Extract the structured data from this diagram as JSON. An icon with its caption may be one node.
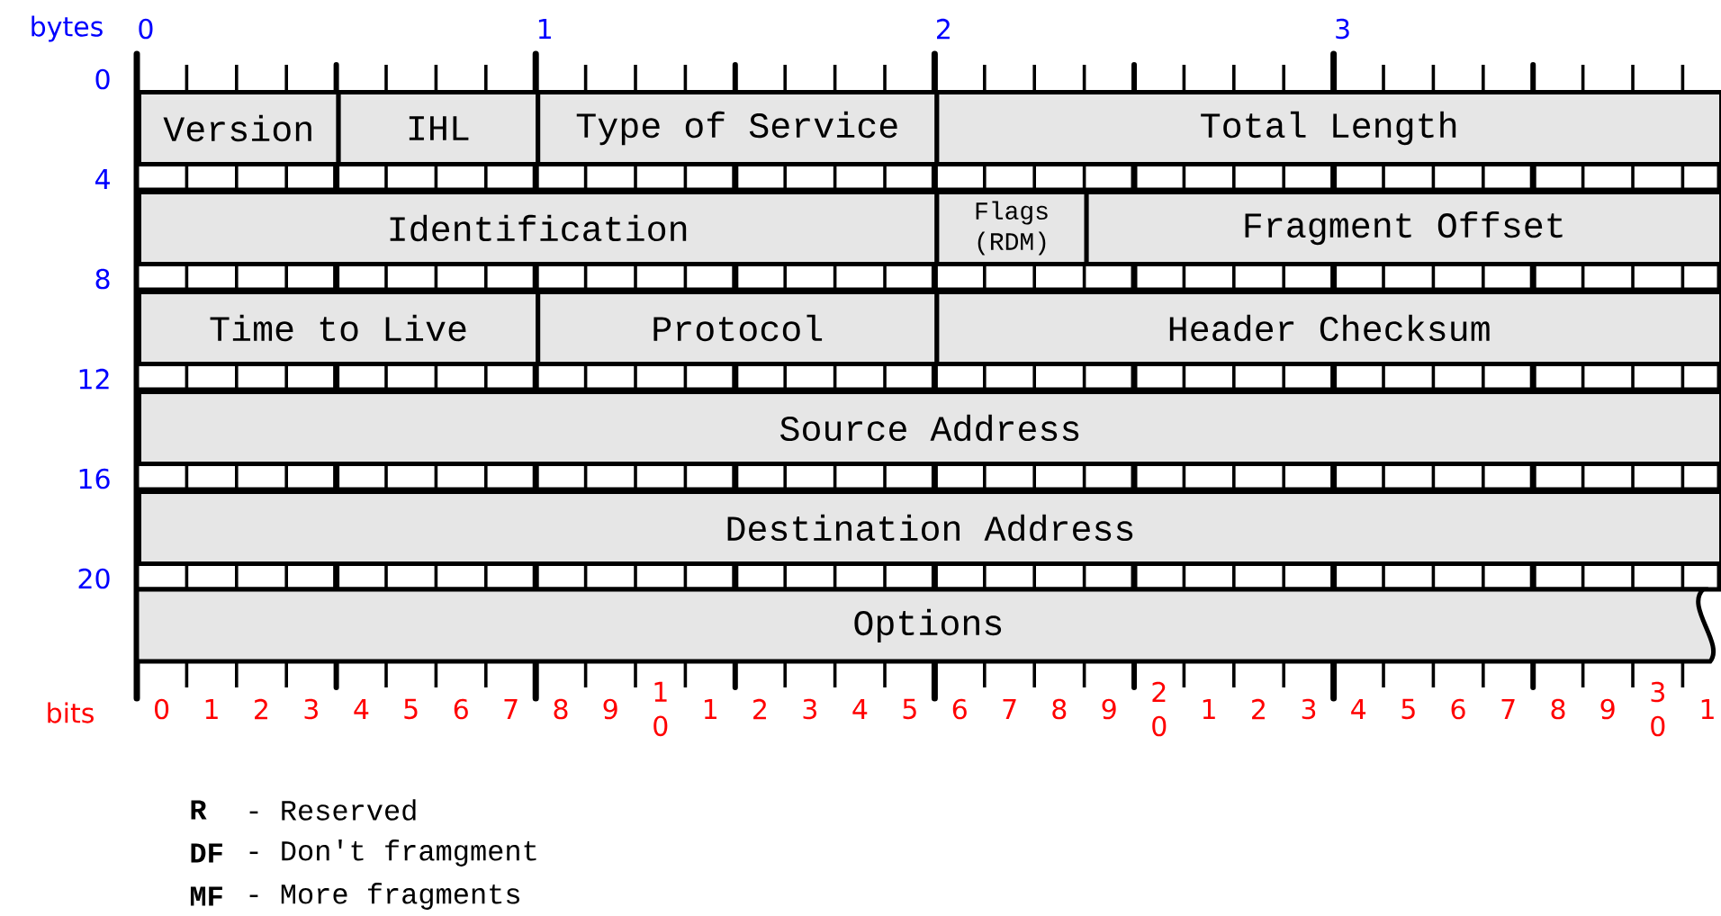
{
  "diagram": {
    "nodes": [
      {
        "text": [
          "Version"
        ]
      },
      {
        "text": [
          "IHL"
        ]
      },
      {
        "text": [
          "Type of Service"
        ]
      },
      {
        "text": [
          "Total Length"
        ]
      },
      {
        "text": [
          "Identification"
        ]
      },
      {
        "text": [
          "Flags (RDM)"
        ]
      },
      {
        "text": [
          "Fragment Offset"
        ]
      },
      {
        "text": [
          "Time to Live"
        ]
      },
      {
        "text": [
          "Protocol"
        ]
      },
      {
        "text": [
          "Header Checksum"
        ]
      },
      {
        "text": [
          "Source Address"
        ]
      },
      {
        "text": [
          "Destination Address"
        ]
      },
      {
        "text": [
          "Options"
        ]
      }
    ],
    "labels": [
      "bytes",
      "0",
      "1",
      "2",
      "3",
      "0",
      "4",
      "8",
      "12",
      "16",
      "20",
      "bits",
      "0",
      "1",
      "2",
      "3",
      "4",
      "5",
      "6",
      "7",
      "8",
      "9",
      "1 0",
      "1",
      "2",
      "3",
      "4",
      "5",
      "6",
      "7",
      "8",
      "9",
      "2 0",
      "1",
      "2",
      "3",
      "4",
      "5",
      "6",
      "7",
      "8",
      "9",
      "3 0",
      "1",
      "R",
      "- Reserved",
      "DF",
      "- Don't framgment",
      "MF",
      "- More fragments"
    ]
  }
}
